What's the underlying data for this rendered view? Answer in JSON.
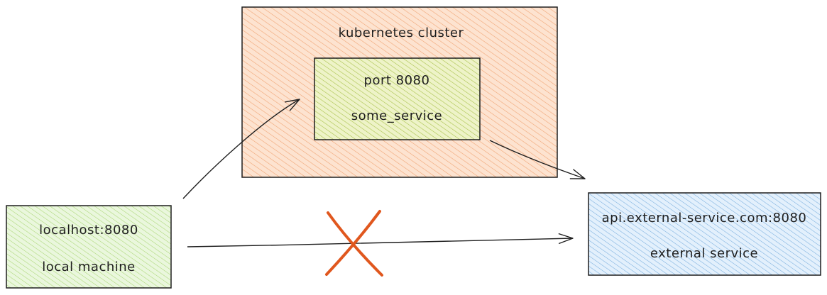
{
  "nodes": {
    "cluster": {
      "title": "kubernetes cluster",
      "fill": "#ffc9a6",
      "hatch": "#f4a070"
    },
    "service": {
      "line1": "port 8080",
      "line2": "some_service",
      "fill": "#d8e89a",
      "hatch": "#a7c148"
    },
    "local": {
      "line1": "localhost:8080",
      "line2": "local machine",
      "fill": "#d8f2c0",
      "hatch": "#a6d36c"
    },
    "external": {
      "line1": "api.external-service.com:8080",
      "line2": "external service",
      "fill": "#cfe5fb",
      "hatch": "#6fa8dc"
    }
  },
  "colors": {
    "stroke": "#1e1e1e",
    "blocked": "#e0571e"
  },
  "edges": [
    {
      "from": "local",
      "to": "service",
      "status": "allowed"
    },
    {
      "from": "service",
      "to": "external",
      "status": "allowed"
    },
    {
      "from": "local",
      "to": "external",
      "status": "blocked"
    }
  ]
}
